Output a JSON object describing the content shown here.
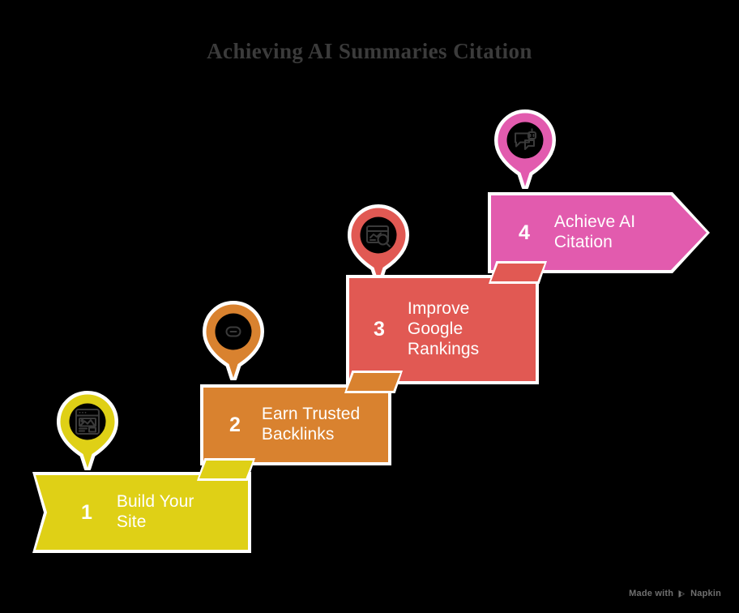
{
  "title": "Achieving AI Summaries Citation",
  "background_color": "#000000",
  "title_color": "#3b3b3b",
  "steps": [
    {
      "number": "1",
      "label": "Build Your\nSite",
      "color": "#DFD016",
      "icon": "browser-image-icon",
      "shape": "chevron-notched-left"
    },
    {
      "number": "2",
      "label": "Earn Trusted\nBacklinks",
      "color": "#D9822F",
      "icon": "chain-link-icon",
      "shape": "rectangle"
    },
    {
      "number": "3",
      "label": "Improve\nGoogle\nRankings",
      "color": "#E15953",
      "icon": "browser-search-icon",
      "shape": "rectangle"
    },
    {
      "number": "4",
      "label": "Achieve AI\nCitation",
      "color": "#E25BAE",
      "icon": "chat-robot-icon",
      "shape": "arrow-right"
    }
  ],
  "watermark": {
    "text": "Made with",
    "brand": "Napkin",
    "logo_icon": "napkin-play-icon"
  }
}
